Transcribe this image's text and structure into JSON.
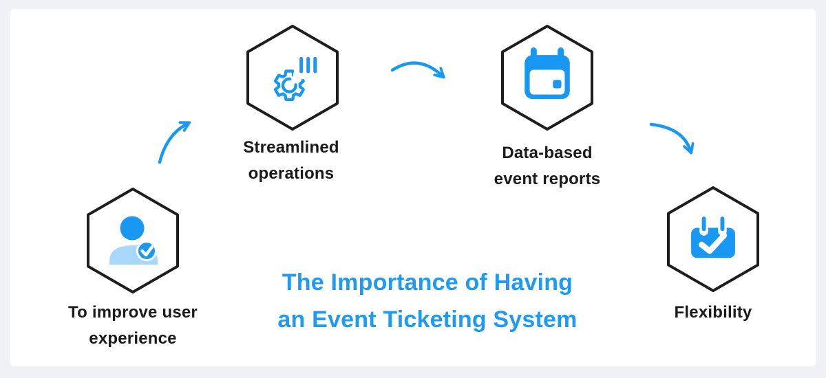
{
  "title": {
    "line1": "The Importance of Having",
    "line2": "an Event Ticketing System"
  },
  "nodes": [
    {
      "id": "improve-user-experience",
      "icon": "user-check-icon",
      "label_line1": "To improve user",
      "label_line2": "experience"
    },
    {
      "id": "streamlined-operations",
      "icon": "gear-stats-icon",
      "label_line1": "Streamlined",
      "label_line2": "operations"
    },
    {
      "id": "data-based-event-reports",
      "icon": "calendar-icon",
      "label_line1": "Data-based",
      "label_line2": "event reports"
    },
    {
      "id": "flexibility",
      "icon": "calendar-check-icon",
      "label_line1": "Flexibility"
    }
  ],
  "arrows": [
    {
      "from": "improve-user-experience",
      "to": "streamlined-operations"
    },
    {
      "from": "streamlined-operations",
      "to": "data-based-event-reports"
    },
    {
      "from": "data-based-event-reports",
      "to": "flexibility"
    }
  ],
  "colors": {
    "primary_blue": "#1898F2",
    "light_blue": "#A9D7FB",
    "title_blue": "#1E9AF3",
    "outline_black": "#1E1E1E",
    "label_text": "#1A1A1A",
    "background": "#F0F1F5",
    "card_background": "#FFFFFF"
  }
}
